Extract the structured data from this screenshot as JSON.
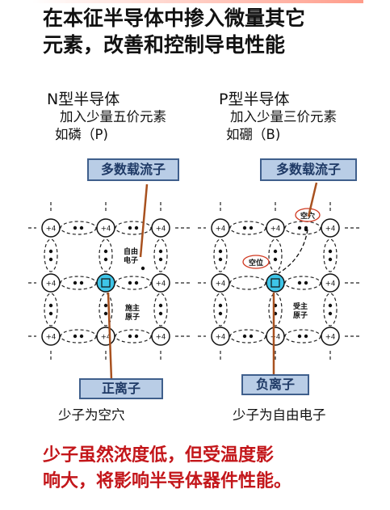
{
  "headline": {
    "line1": "在本征半导体中掺入微量其它",
    "line2": "元素，改善和控制导电性能"
  },
  "n_type": {
    "title": "N型半导体",
    "line1": "加入少量五价元素",
    "line2": "如磷（P)",
    "majority_label": "多数载流子",
    "ion_label": "正离子",
    "minority_label": "少子为空穴",
    "lattice_value": "+4",
    "annotation_free_electron": "自由\n电子",
    "annotation_donor": "施主\n原子"
  },
  "p_type": {
    "title": "P型半导体",
    "line1": "加入少量三价元素",
    "line2": "如硼（B)",
    "majority_label": "多数载流子",
    "ion_label": "负离子",
    "minority_label": "少子为自由电子",
    "lattice_value": "+4",
    "annotation_hole": "空穴",
    "annotation_vacancy": "空位",
    "annotation_acceptor": "受主\n原子"
  },
  "footer": {
    "line1": "少子虽然浓度低，但受温度影",
    "line2": "响大，将影响半导体器件性能。"
  },
  "colors": {
    "box_fill": "#b9cde6",
    "box_border": "#3f5f8c",
    "dopant_fill": "#3ec5e8",
    "leader": "#a8511f",
    "footer_text": "#c3161a",
    "circle_marker": "#d0371f"
  }
}
